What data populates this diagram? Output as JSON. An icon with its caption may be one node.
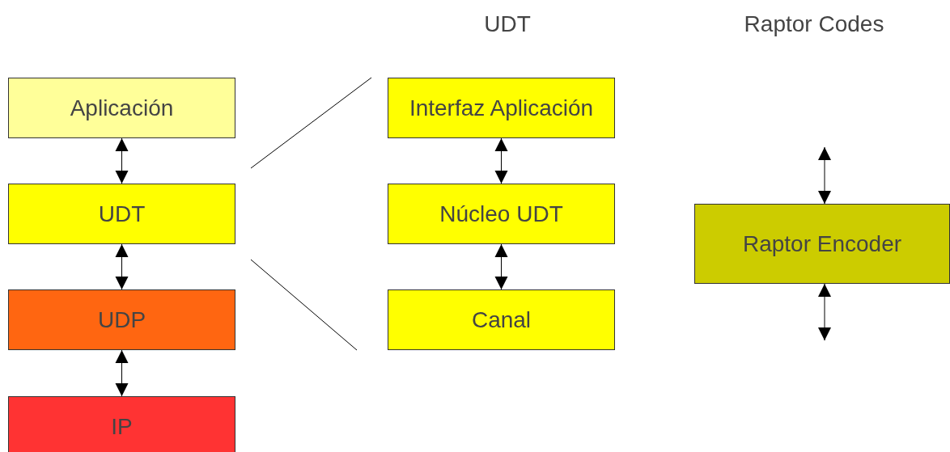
{
  "diagram": {
    "nodes": [
      {
        "text": [
          "Aplicación"
        ]
      },
      {
        "text": [
          "UDT"
        ]
      },
      {
        "text": [
          "UDP"
        ]
      },
      {
        "text": [
          "IP"
        ]
      },
      {
        "text": [
          "Interfaz Aplicación"
        ]
      },
      {
        "text": [
          "Núcleo UDT"
        ]
      },
      {
        "text": [
          "Canal"
        ]
      },
      {
        "text": [
          "Raptor Encoder"
        ]
      }
    ],
    "edges": [
      {
        "from": 0,
        "to": 1,
        "arrow": "both"
      },
      {
        "from": 1,
        "to": 2,
        "arrow": "both"
      },
      {
        "from": 2,
        "to": 3,
        "arrow": "both"
      },
      {
        "from": 4,
        "to": 5,
        "arrow": "both"
      },
      {
        "from": 5,
        "to": 6,
        "arrow": "both"
      },
      {
        "from": null,
        "to": 7,
        "arrow": "both"
      },
      {
        "from": 7,
        "to": null,
        "arrow": "both"
      }
    ],
    "labels": [
      "UDT",
      "Raptor Codes"
    ]
  }
}
